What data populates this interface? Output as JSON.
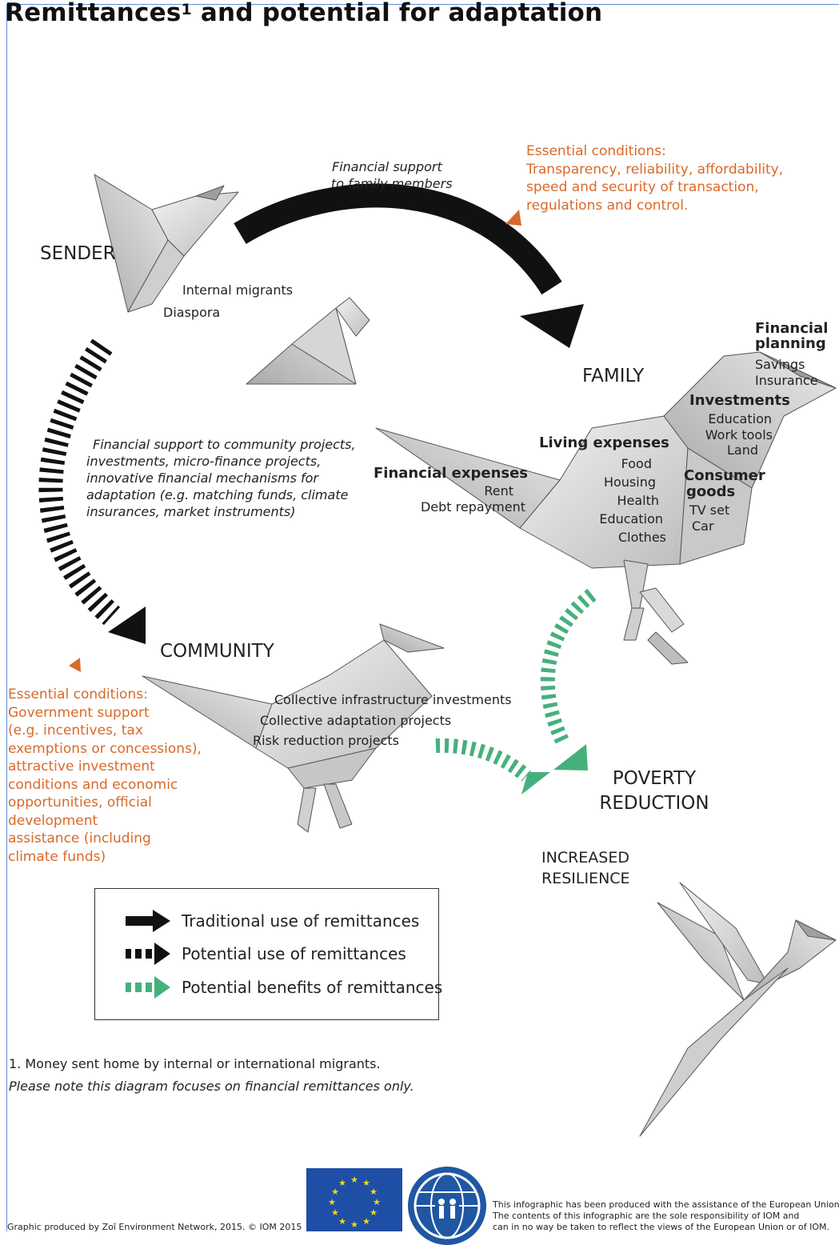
{
  "title": {
    "main": "Remittances",
    "sup": "1",
    "rest": " and potential for adaptation"
  },
  "nodes": {
    "sender": "SENDER",
    "family": "FAMILY",
    "community": "COMMUNITY",
    "poverty_line1": "POVERTY",
    "poverty_line2": "REDUCTION",
    "resilience_line1": "INCREASED",
    "resilience_line2": "RESILIENCE"
  },
  "sender_types": [
    "Internal migrants",
    "Diaspora"
  ],
  "arrows": {
    "family_support_line1": "Financial support",
    "family_support_line2": "to family members",
    "community_support": [
      "Financial support to community projects,",
      "investments, micro-finance projects,",
      "innovative financial mechanisms for",
      "adaptation (e.g. matching funds, climate",
      "insurances, market instruments)"
    ]
  },
  "family_conditions": [
    "Essential conditions:",
    "Transparency, reliability, affordability,",
    "speed and security of transaction,",
    "regulations and control."
  ],
  "community_conditions": [
    "Essential conditions:",
    "Government support",
    "(e.g. incentives, tax",
    "exemptions or concessions),",
    "attractive investment",
    "conditions and economic",
    "opportunities, official",
    "development",
    "assistance (including",
    "climate funds)"
  ],
  "family_uses": {
    "financial_planning": {
      "heading_line1": "Financial",
      "heading_line2": "planning",
      "items": [
        "Savings",
        "Insurance"
      ]
    },
    "investments": {
      "heading": "Investments",
      "items": [
        "Education",
        "Work tools",
        "Land"
      ]
    },
    "living_expenses": {
      "heading": "Living expenses",
      "items": [
        "Food",
        "Housing",
        "Health",
        "Education",
        "Clothes"
      ]
    },
    "consumer_goods": {
      "heading_line1": "Consumer",
      "heading_line2": "goods",
      "items": [
        "TV set",
        "Car"
      ]
    },
    "financial_expenses": {
      "heading": "Financial expenses",
      "items": [
        "Rent",
        "Debt repayment"
      ]
    }
  },
  "community_uses": [
    "Collective infrastructure investments",
    "Collective adaptation projects",
    "Risk reduction projects"
  ],
  "legend": [
    {
      "label": "Traditional use of remittances",
      "style": "solid-black"
    },
    {
      "label": "Potential use of remittances",
      "style": "dashed-black"
    },
    {
      "label": "Potential benefits of remittances",
      "style": "dashed-green"
    }
  ],
  "footnote": {
    "line1": "1. Money sent home by internal or international migrants.",
    "line2": "Please note this diagram focuses on financial remittances only."
  },
  "credits": {
    "produced_by": "Graphic produced by Zoï Environment Network, 2015. © IOM 2015",
    "disclaimer": [
      "This infographic has been produced with the assistance of the European Union.",
      "The contents of this infographic are the sole responsibility of IOM and",
      "can in no way be taken to reflect the views of the European Union or of IOM."
    ]
  },
  "colors": {
    "black_arrow": "#111111",
    "green_arrow": "#46b07c",
    "orange_text": "#d9692a",
    "eu_blue": "#1f4ea7",
    "iom_blue": "#1f57a3"
  }
}
